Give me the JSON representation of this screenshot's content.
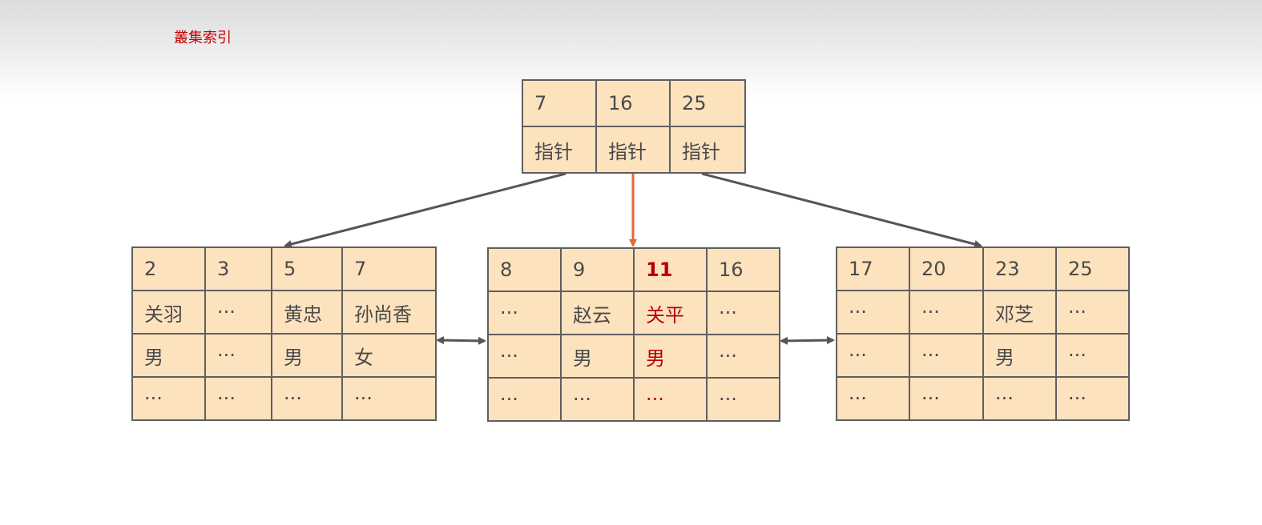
{
  "title": "叢集索引",
  "colors": {
    "node_fill": "#fde2be",
    "node_border": "#5f5f5f",
    "text": "#4a4a4a",
    "highlight_text": "#b50000",
    "highlight_arrow": "#e06a3c",
    "arrow": "#555555",
    "title": "#c80000"
  },
  "root": {
    "keys": [
      "7",
      "16",
      "25"
    ],
    "pointers": [
      "指针",
      "指针",
      "指针"
    ]
  },
  "leaves": [
    {
      "keys": [
        "2",
        "3",
        "5",
        "7"
      ],
      "names": [
        "关羽",
        "···",
        "黄忠",
        "孙尚香"
      ],
      "genders": [
        "男",
        "···",
        "男",
        "女"
      ],
      "others": [
        "···",
        "···",
        "···",
        "···"
      ]
    },
    {
      "keys": [
        "8",
        "9",
        "11",
        "16"
      ],
      "names": [
        "···",
        "赵云",
        "关平",
        "···"
      ],
      "genders": [
        "···",
        "男",
        "男",
        "···"
      ],
      "others": [
        "···",
        "···",
        "···",
        "···"
      ]
    },
    {
      "keys": [
        "17",
        "20",
        "23",
        "25"
      ],
      "names": [
        "···",
        "···",
        "邓芝",
        "···"
      ],
      "genders": [
        "···",
        "···",
        "男",
        "···"
      ],
      "others": [
        "···",
        "···",
        "···",
        "···"
      ]
    }
  ]
}
